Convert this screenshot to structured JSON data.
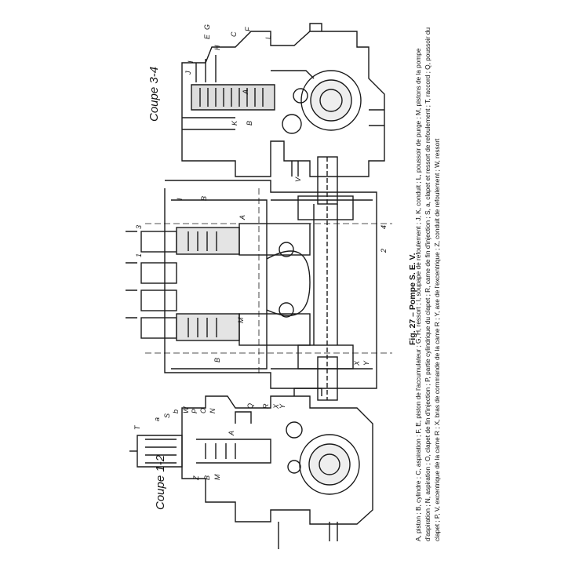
{
  "figure": {
    "title": "Fig. 27 – Pompe S. E. V.",
    "legend_lines": [
      "A, piston ; B, cylindre ; C, aspiration ; F, E, piston de l'accumulateur ; G, H, ressort ; I, soupape de refoulement ; J, K, conduit ; L, poussoir de purge ; M, pistons de la pompe",
      "d'aspiration ; N, aspiration ; O, clapet de fin d'injection ; P, partie cylindrique du clapet ; R, came de fin d'injection ; S, a, clapet et ressort de refoulement ; T, raccord ; Q, poussoir du",
      "clapet ; P, V, excentrique de la came R ; X, bras de commande de la came R ; Y, axe de l'excentrique ; Z, conduit de refoulement ; W, ressort"
    ],
    "sections": {
      "section_12": "Coupe 1-2",
      "section_34": "Coupe 3-4"
    },
    "markers_top": [
      "E",
      "G",
      "H",
      "C",
      "F",
      "J",
      "I",
      "L",
      "K",
      "B",
      "A"
    ],
    "markers_mid": [
      "I",
      "B",
      "V",
      "A",
      "3",
      "4",
      "1",
      "2",
      "B",
      "X",
      "Y",
      "M"
    ],
    "markers_bottom": [
      "T",
      "a",
      "S",
      "b",
      "W",
      "P",
      "O",
      "N",
      "Q",
      "R",
      "X",
      "Y",
      "Z",
      "B",
      "M",
      "A"
    ]
  }
}
